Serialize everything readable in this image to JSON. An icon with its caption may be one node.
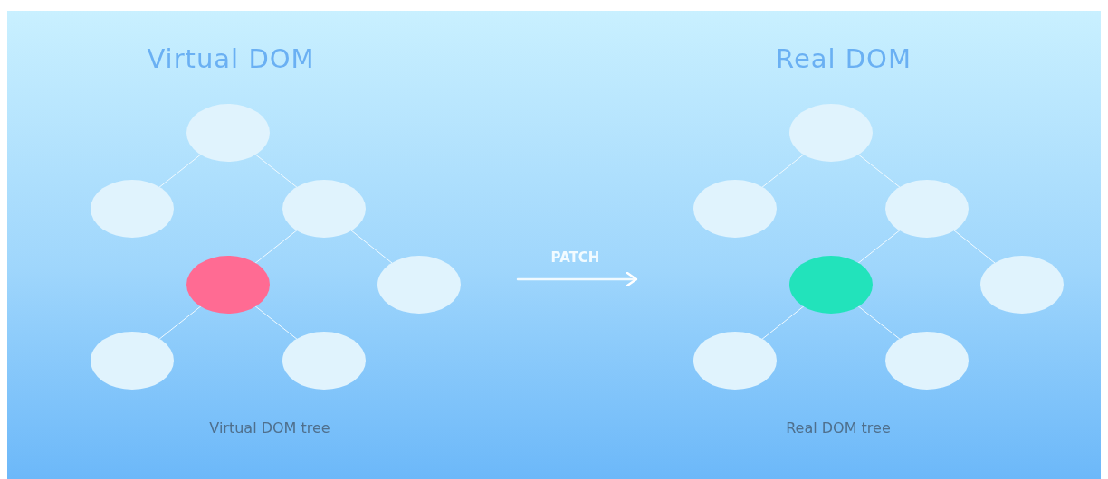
{
  "diagram": {
    "nodes": [
      {
        "text": [],
        "shape": "circle"
      },
      {
        "text": [],
        "shape": "circle"
      },
      {
        "text": [],
        "shape": "circle"
      },
      {
        "text": [],
        "shape": "circle"
      },
      {
        "text": [],
        "shape": "circle"
      },
      {
        "text": [],
        "shape": "circle"
      },
      {
        "text": [],
        "shape": "circle"
      },
      {
        "text": [],
        "shape": "circle"
      },
      {
        "text": [],
        "shape": "circle"
      },
      {
        "text": [],
        "shape": "circle"
      },
      {
        "text": [],
        "shape": "circle"
      },
      {
        "text": [],
        "shape": "circle"
      },
      {
        "text": [],
        "shape": "circle"
      },
      {
        "text": [],
        "shape": "circle"
      }
    ],
    "edges": [
      {
        "from": 0,
        "to": 1,
        "arrow": "none"
      },
      {
        "from": 0,
        "to": 2,
        "arrow": "none"
      },
      {
        "from": 2,
        "to": 3,
        "arrow": "none"
      },
      {
        "from": 2,
        "to": 4,
        "arrow": "none"
      },
      {
        "from": 3,
        "to": 5,
        "arrow": "none"
      },
      {
        "from": 3,
        "to": 6,
        "arrow": "none"
      },
      {
        "from": 7,
        "to": 8,
        "arrow": "none"
      },
      {
        "from": 7,
        "to": 9,
        "arrow": "none"
      },
      {
        "from": 9,
        "to": 10,
        "arrow": "none"
      },
      {
        "from": 9,
        "to": 11,
        "arrow": "none"
      },
      {
        "from": 10,
        "to": 12,
        "arrow": "none"
      },
      {
        "from": 10,
        "to": 13,
        "arrow": "none"
      }
    ],
    "labels": [
      "Virtual DOM",
      "Real DOM",
      "PATCH",
      "Virtual DOM tree",
      "Real DOM tree"
    ]
  }
}
